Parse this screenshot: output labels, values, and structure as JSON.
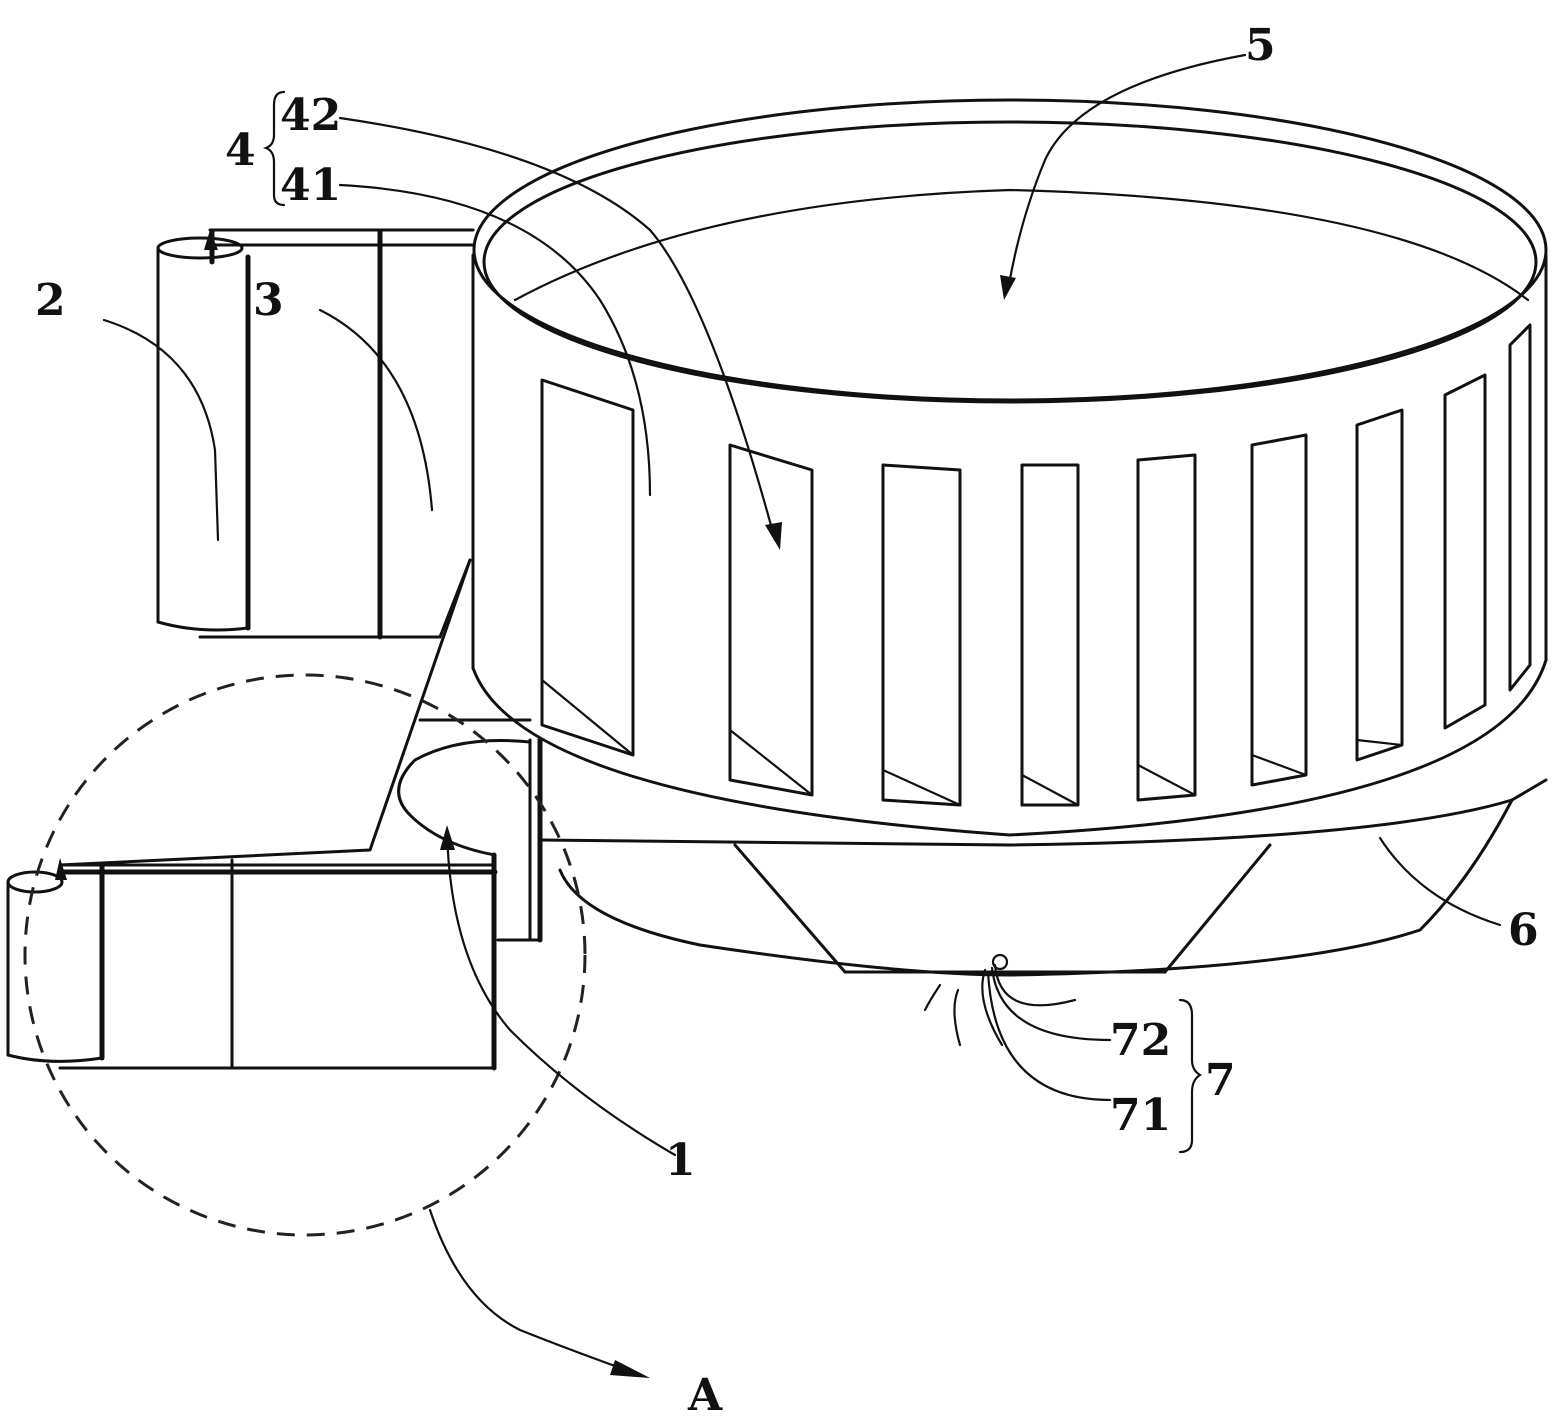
{
  "labels": {
    "part_1": "1",
    "part_2": "2",
    "part_3": "3",
    "part_4": "4",
    "part_41": "41",
    "part_42": "42",
    "part_5": "5",
    "part_6": "6",
    "part_7": "7",
    "part_71": "71",
    "part_72": "72",
    "detail_A": "A"
  }
}
